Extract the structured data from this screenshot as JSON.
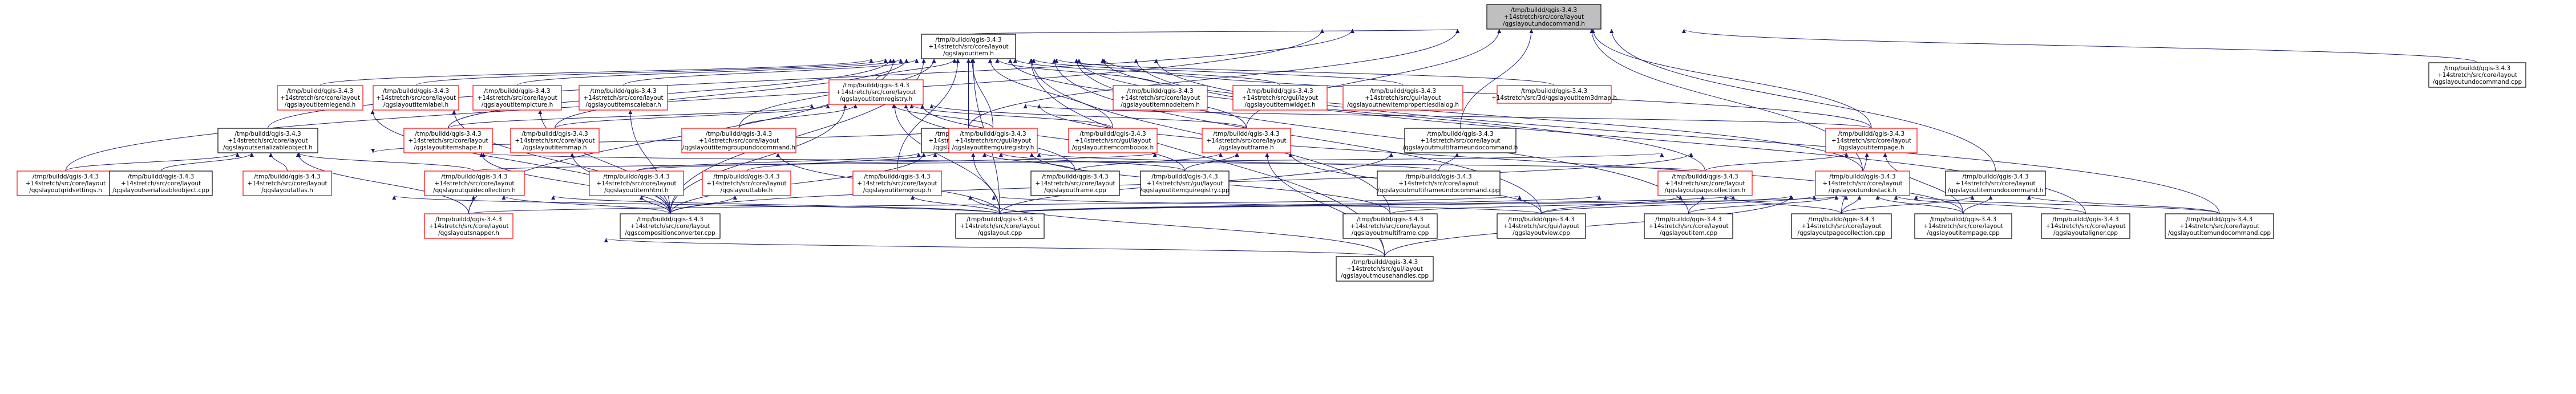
{
  "colors": {
    "root_fill": "#bfbfbf",
    "node_fill": "#ffffff",
    "node_border": "#000000",
    "truncated_border": "#ff0000",
    "edge": "#191970"
  },
  "nodes": [
    {
      "id": "root",
      "lines": [
        "/tmp/buildd/qgis-3.4.3",
        "+14stretch/src/core/layout",
        "/qgslayoutundocommand.h"
      ],
      "kind": "root"
    },
    {
      "id": "cmdcpp",
      "lines": [
        "/tmp/buildd/qgis-3.4.3",
        "+14stretch/src/core/layout",
        "/qgslayoutundocommand.cpp"
      ],
      "kind": "normal"
    },
    {
      "id": "item",
      "lines": [
        "/tmp/buildd/qgis-3.4.3",
        "+14stretch/src/core/layout",
        "/qgslayoutitem.h"
      ],
      "kind": "normal"
    },
    {
      "id": "legend",
      "lines": [
        "/tmp/buildd/qgis-3.4.3",
        "+14stretch/src/core/layout",
        "/qgslayoutitemlegend.h"
      ],
      "kind": "truncated"
    },
    {
      "id": "label",
      "lines": [
        "/tmp/buildd/qgis-3.4.3",
        "+14stretch/src/core/layout",
        "/qgslayoutitemlabel.h"
      ],
      "kind": "truncated"
    },
    {
      "id": "picture",
      "lines": [
        "/tmp/buildd/qgis-3.4.3",
        "+14stretch/src/core/layout",
        "/qgslayoutitempicture.h"
      ],
      "kind": "truncated"
    },
    {
      "id": "scalebar",
      "lines": [
        "/tmp/buildd/qgis-3.4.3",
        "+14stretch/src/core/layout",
        "/qgslayoutitemscalebar.h"
      ],
      "kind": "truncated"
    },
    {
      "id": "registry",
      "lines": [
        "/tmp/buildd/qgis-3.4.3",
        "+14stretch/src/core/layout",
        "/qgslayoutitemregistry.h"
      ],
      "kind": "truncated"
    },
    {
      "id": "nodeitem",
      "lines": [
        "/tmp/buildd/qgis-3.4.3",
        "+14stretch/src/core/layout",
        "/qgslayoutitemnodeitem.h"
      ],
      "kind": "truncated"
    },
    {
      "id": "widget",
      "lines": [
        "/tmp/buildd/qgis-3.4.3",
        "+14stretch/src/gui/layout",
        "/qgslayoutitemwidget.h"
      ],
      "kind": "truncated"
    },
    {
      "id": "propsdlg",
      "lines": [
        "/tmp/buildd/qgis-3.4.3",
        "+14stretch/src/gui/layout",
        "/qgslayoutnewitempropertiesdialog.h"
      ],
      "kind": "truncated"
    },
    {
      "id": "map3d",
      "lines": [
        "/tmp/buildd/qgis-3.4.3",
        "+14stretch/src/3d/qgslayoutitem3dmap.h"
      ],
      "kind": "truncated"
    },
    {
      "id": "serial",
      "lines": [
        "/tmp/buildd/qgis-3.4.3",
        "+14stretch/src/core/layout",
        "/qgslayoutserializableobject.h"
      ],
      "kind": "normal"
    },
    {
      "id": "shape",
      "lines": [
        "/tmp/buildd/qgis-3.4.3",
        "+14stretch/src/core/layout",
        "/qgslayoutitemshape.h"
      ],
      "kind": "truncated"
    },
    {
      "id": "mapitem",
      "lines": [
        "/tmp/buildd/qgis-3.4.3",
        "+14stretch/src/core/layout",
        "/qgslayoutitemmap.h"
      ],
      "kind": "truncated"
    },
    {
      "id": "groupundo",
      "lines": [
        "/tmp/buildd/qgis-3.4.3",
        "+14stretch/src/core/layout",
        "/qgslayoutitemgroupundocommand.h"
      ],
      "kind": "truncated"
    },
    {
      "id": "multiframe",
      "lines": [
        "/tmp/buildd/qgis-3.4.3",
        "+14stretch/src/core/layout",
        "/qgslayoutmultiframe.h"
      ],
      "kind": "normal"
    },
    {
      "id": "guiregistry",
      "lines": [
        "/tmp/buildd/qgis-3.4.3",
        "+14stretch/src/gui/layout",
        "/qgslayoutitemguiregistry.h"
      ],
      "kind": "truncated"
    },
    {
      "id": "combobox",
      "lines": [
        "/tmp/buildd/qgis-3.4.3",
        "+14stretch/src/gui/layout",
        "/qgslayoutitemcombobox.h"
      ],
      "kind": "truncated"
    },
    {
      "id": "frame",
      "lines": [
        "/tmp/buildd/qgis-3.4.3",
        "+14stretch/src/core/layout",
        "/qgslayoutframe.h"
      ],
      "kind": "truncated"
    },
    {
      "id": "mfundo",
      "lines": [
        "/tmp/buildd/qgis-3.4.3",
        "+14stretch/src/core/layout",
        "/qgslayoutmultiframeundocommand.h"
      ],
      "kind": "normal"
    },
    {
      "id": "page",
      "lines": [
        "/tmp/buildd/qgis-3.4.3",
        "+14stretch/src/core/layout",
        "/qgslayoutitempage.h"
      ],
      "kind": "truncated"
    },
    {
      "id": "gridsettings",
      "lines": [
        "/tmp/buildd/qgis-3.4.3",
        "+14stretch/src/core/layout",
        "/qgslayoutgridsettings.h"
      ],
      "kind": "truncated"
    },
    {
      "id": "serialcpp",
      "lines": [
        "/tmp/buildd/qgis-3.4.3",
        "+14stretch/src/core/layout",
        "/qgslayoutserializableobject.cpp"
      ],
      "kind": "normal"
    },
    {
      "id": "atlas",
      "lines": [
        "/tmp/buildd/qgis-3.4.3",
        "+14stretch/src/core/layout",
        "/qgslayoutatlas.h"
      ],
      "kind": "truncated"
    },
    {
      "id": "guidecoll",
      "lines": [
        "/tmp/buildd/qgis-3.4.3",
        "+14stretch/src/core/layout",
        "/qgslayoutguidecollection.h"
      ],
      "kind": "truncated"
    },
    {
      "id": "html",
      "lines": [
        "/tmp/buildd/qgis-3.4.3",
        "+14stretch/src/core/layout",
        "/qgslayoutitemhtml.h"
      ],
      "kind": "truncated"
    },
    {
      "id": "attrtable",
      "lines": [
        "/tmp/buildd/qgis-3.4.3",
        "+14stretch/src/core/layout",
        "/qgslayouttable.h"
      ],
      "kind": "truncated"
    },
    {
      "id": "itemgroup",
      "lines": [
        "/tmp/buildd/qgis-3.4.3",
        "+14stretch/src/core/layout",
        "/qgslayoutitemgroup.h"
      ],
      "kind": "truncated"
    },
    {
      "id": "framecpp",
      "lines": [
        "/tmp/buildd/qgis-3.4.3",
        "+14stretch/src/core/layout",
        "/qgslayoutframe.cpp"
      ],
      "kind": "normal"
    },
    {
      "id": "guiregcpp",
      "lines": [
        "/tmp/buildd/qgis-3.4.3",
        "+14stretch/src/gui/layout",
        "/qgslayoutitemguiregistry.cpp"
      ],
      "kind": "normal"
    },
    {
      "id": "mfundocpp",
      "lines": [
        "/tmp/buildd/qgis-3.4.3",
        "+14stretch/src/core/layout",
        "/qgslayoutmultiframeundocommand.cpp"
      ],
      "kind": "normal"
    },
    {
      "id": "pagecoll",
      "lines": [
        "/tmp/buildd/qgis-3.4.3",
        "+14stretch/src/core/layout",
        "/qgslayoutpagecollection.h"
      ],
      "kind": "truncated"
    },
    {
      "id": "undostack",
      "lines": [
        "/tmp/buildd/qgis-3.4.3",
        "+14stretch/src/core/layout",
        "/qgslayoutundostack.h"
      ],
      "kind": "truncated"
    },
    {
      "id": "itemundo",
      "lines": [
        "/tmp/buildd/qgis-3.4.3",
        "+14stretch/src/core/layout",
        "/qgslayoutitemundocommand.h"
      ],
      "kind": "normal"
    },
    {
      "id": "snapper",
      "lines": [
        "/tmp/buildd/qgis-3.4.3",
        "+14stretch/src/core/layout",
        "/qgslayoutsnapper.h"
      ],
      "kind": "truncated"
    },
    {
      "id": "converter",
      "lines": [
        "/tmp/buildd/qgis-3.4.3",
        "+14stretch/src/core/layout",
        "/qgscompositionconverter.cpp"
      ],
      "kind": "normal"
    },
    {
      "id": "layoutcpp",
      "lines": [
        "/tmp/buildd/qgis-3.4.3",
        "+14stretch/src/core/layout",
        "/qgslayout.cpp"
      ],
      "kind": "normal"
    },
    {
      "id": "mfcpp",
      "lines": [
        "/tmp/buildd/qgis-3.4.3",
        "+14stretch/src/core/layout",
        "/qgslayoutmultiframe.cpp"
      ],
      "kind": "normal"
    },
    {
      "id": "viewcpp",
      "lines": [
        "/tmp/buildd/qgis-3.4.3",
        "+14stretch/src/gui/layout",
        "/qgslayoutview.cpp"
      ],
      "kind": "normal"
    },
    {
      "id": "itemcpp",
      "lines": [
        "/tmp/buildd/qgis-3.4.3",
        "+14stretch/src/core/layout",
        "/qgslayoutitem.cpp"
      ],
      "kind": "normal"
    },
    {
      "id": "pagecollcpp",
      "lines": [
        "/tmp/buildd/qgis-3.4.3",
        "+14stretch/src/core/layout",
        "/qgslayoutpagecollection.cpp"
      ],
      "kind": "normal"
    },
    {
      "id": "pagecpp",
      "lines": [
        "/tmp/buildd/qgis-3.4.3",
        "+14stretch/src/core/layout",
        "/qgslayoutitempage.cpp"
      ],
      "kind": "normal"
    },
    {
      "id": "aligner",
      "lines": [
        "/tmp/buildd/qgis-3.4.3",
        "+14stretch/src/core/layout",
        "/qgslayoutaligner.cpp"
      ],
      "kind": "normal"
    },
    {
      "id": "itemundocpp",
      "lines": [
        "/tmp/buildd/qgis-3.4.3",
        "+14stretch/src/core/layout",
        "/qgslayoutitemundocommand.cpp"
      ],
      "kind": "normal"
    },
    {
      "id": "handles",
      "lines": [
        "/tmp/buildd/qgis-3.4.3",
        "+14stretch/src/gui/layout",
        "/qgslayoutmousehandles.cpp"
      ],
      "kind": "normal"
    }
  ],
  "edges": [
    [
      "cmdcpp",
      "root"
    ],
    [
      "item",
      "root"
    ],
    [
      "serial",
      "root"
    ],
    [
      "gridsettings",
      "root"
    ],
    [
      "mfundo",
      "root"
    ],
    [
      "page",
      "root"
    ],
    [
      "undostack",
      "root"
    ],
    [
      "itemundo",
      "root"
    ],
    [
      "frame",
      "root"
    ],
    [
      "multiframe",
      "root"
    ],
    [
      "legend",
      "item"
    ],
    [
      "label",
      "item"
    ],
    [
      "picture",
      "item"
    ],
    [
      "scalebar",
      "item"
    ],
    [
      "registry",
      "item"
    ],
    [
      "nodeitem",
      "item"
    ],
    [
      "widget",
      "item"
    ],
    [
      "propsdlg",
      "item"
    ],
    [
      "map3d",
      "item"
    ],
    [
      "shape",
      "item"
    ],
    [
      "mapitem",
      "item"
    ],
    [
      "groupundo",
      "item"
    ],
    [
      "multiframe",
      "item"
    ],
    [
      "guiregistry",
      "item"
    ],
    [
      "combobox",
      "item"
    ],
    [
      "frame",
      "item"
    ],
    [
      "page",
      "item"
    ],
    [
      "itemgroup",
      "item"
    ],
    [
      "snapper",
      "item"
    ],
    [
      "converter",
      "item"
    ],
    [
      "layoutcpp",
      "item"
    ],
    [
      "itemcpp",
      "item"
    ],
    [
      "viewcpp",
      "item"
    ],
    [
      "pagecoll",
      "item"
    ],
    [
      "undostack",
      "item"
    ],
    [
      "aligner",
      "item"
    ],
    [
      "itemundocpp",
      "item"
    ],
    [
      "handles",
      "item"
    ],
    [
      "mfcpp",
      "item"
    ],
    [
      "shape",
      "registry"
    ],
    [
      "mapitem",
      "registry"
    ],
    [
      "groupundo",
      "registry"
    ],
    [
      "guiregistry",
      "registry"
    ],
    [
      "combobox",
      "registry"
    ],
    [
      "frame",
      "registry"
    ],
    [
      "page",
      "registry"
    ],
    [
      "converter",
      "registry"
    ],
    [
      "guiregcpp",
      "registry"
    ],
    [
      "framecpp",
      "registry"
    ],
    [
      "pagecpp",
      "registry"
    ],
    [
      "layoutcpp",
      "registry"
    ],
    [
      "gridsettings",
      "serial"
    ],
    [
      "serialcpp",
      "serial"
    ],
    [
      "atlas",
      "serial"
    ],
    [
      "guidecoll",
      "serial"
    ],
    [
      "pagecoll",
      "serial"
    ],
    [
      "snapper",
      "serial"
    ],
    [
      "multiframe",
      "serial"
    ],
    [
      "html",
      "multiframe"
    ],
    [
      "attrtable",
      "multiframe"
    ],
    [
      "converter",
      "multiframe"
    ],
    [
      "layoutcpp",
      "multiframe"
    ],
    [
      "framecpp",
      "multiframe"
    ],
    [
      "guiregcpp",
      "multiframe"
    ],
    [
      "mfundocpp",
      "multiframe"
    ],
    [
      "mfcpp",
      "multiframe"
    ],
    [
      "guidecoll",
      "page"
    ],
    [
      "pagecoll",
      "page"
    ],
    [
      "pagecollcpp",
      "page"
    ],
    [
      "pagecpp",
      "page"
    ],
    [
      "converter",
      "page"
    ],
    [
      "mfundocpp",
      "mfundo"
    ],
    [
      "layoutcpp",
      "mfundo"
    ],
    [
      "framecpp",
      "frame"
    ],
    [
      "guiregcpp",
      "frame"
    ],
    [
      "html",
      "frame"
    ],
    [
      "viewcpp",
      "frame"
    ],
    [
      "handles",
      "frame"
    ],
    [
      "layoutcpp",
      "itemgroup"
    ],
    [
      "viewcpp",
      "itemgroup"
    ],
    [
      "handles",
      "itemgroup"
    ],
    [
      "layoutcpp",
      "pagecoll"
    ],
    [
      "pagecollcpp",
      "pagecoll"
    ],
    [
      "itemcpp",
      "pagecoll"
    ],
    [
      "viewcpp",
      "pagecoll"
    ],
    [
      "snapper",
      "pagecoll"
    ],
    [
      "layoutcpp",
      "undostack"
    ],
    [
      "mfcpp",
      "undostack"
    ],
    [
      "viewcpp",
      "undostack"
    ],
    [
      "itemcpp",
      "undostack"
    ],
    [
      "pagecollcpp",
      "undostack"
    ],
    [
      "pagecpp",
      "undostack"
    ],
    [
      "aligner",
      "undostack"
    ],
    [
      "itemundocpp",
      "undostack"
    ],
    [
      "handles",
      "undostack"
    ],
    [
      "itemundocpp",
      "itemundo"
    ],
    [
      "pagecpp",
      "itemundo"
    ],
    [
      "layoutcpp",
      "itemundo"
    ],
    [
      "pagecollcpp",
      "itemundo"
    ],
    [
      "snapper",
      "guidecoll"
    ],
    [
      "converter",
      "guidecoll"
    ],
    [
      "layoutcpp",
      "guidecoll"
    ],
    [
      "layoutcpp",
      "atlas"
    ],
    [
      "converter",
      "legend"
    ],
    [
      "converter",
      "label"
    ],
    [
      "converter",
      "picture"
    ],
    [
      "converter",
      "scalebar"
    ],
    [
      "converter",
      "shape"
    ],
    [
      "converter",
      "mapitem"
    ],
    [
      "layoutcpp",
      "groupundo"
    ],
    [
      "converter",
      "html"
    ],
    [
      "converter",
      "attrtable"
    ],
    [
      "handles",
      "snapper"
    ]
  ]
}
